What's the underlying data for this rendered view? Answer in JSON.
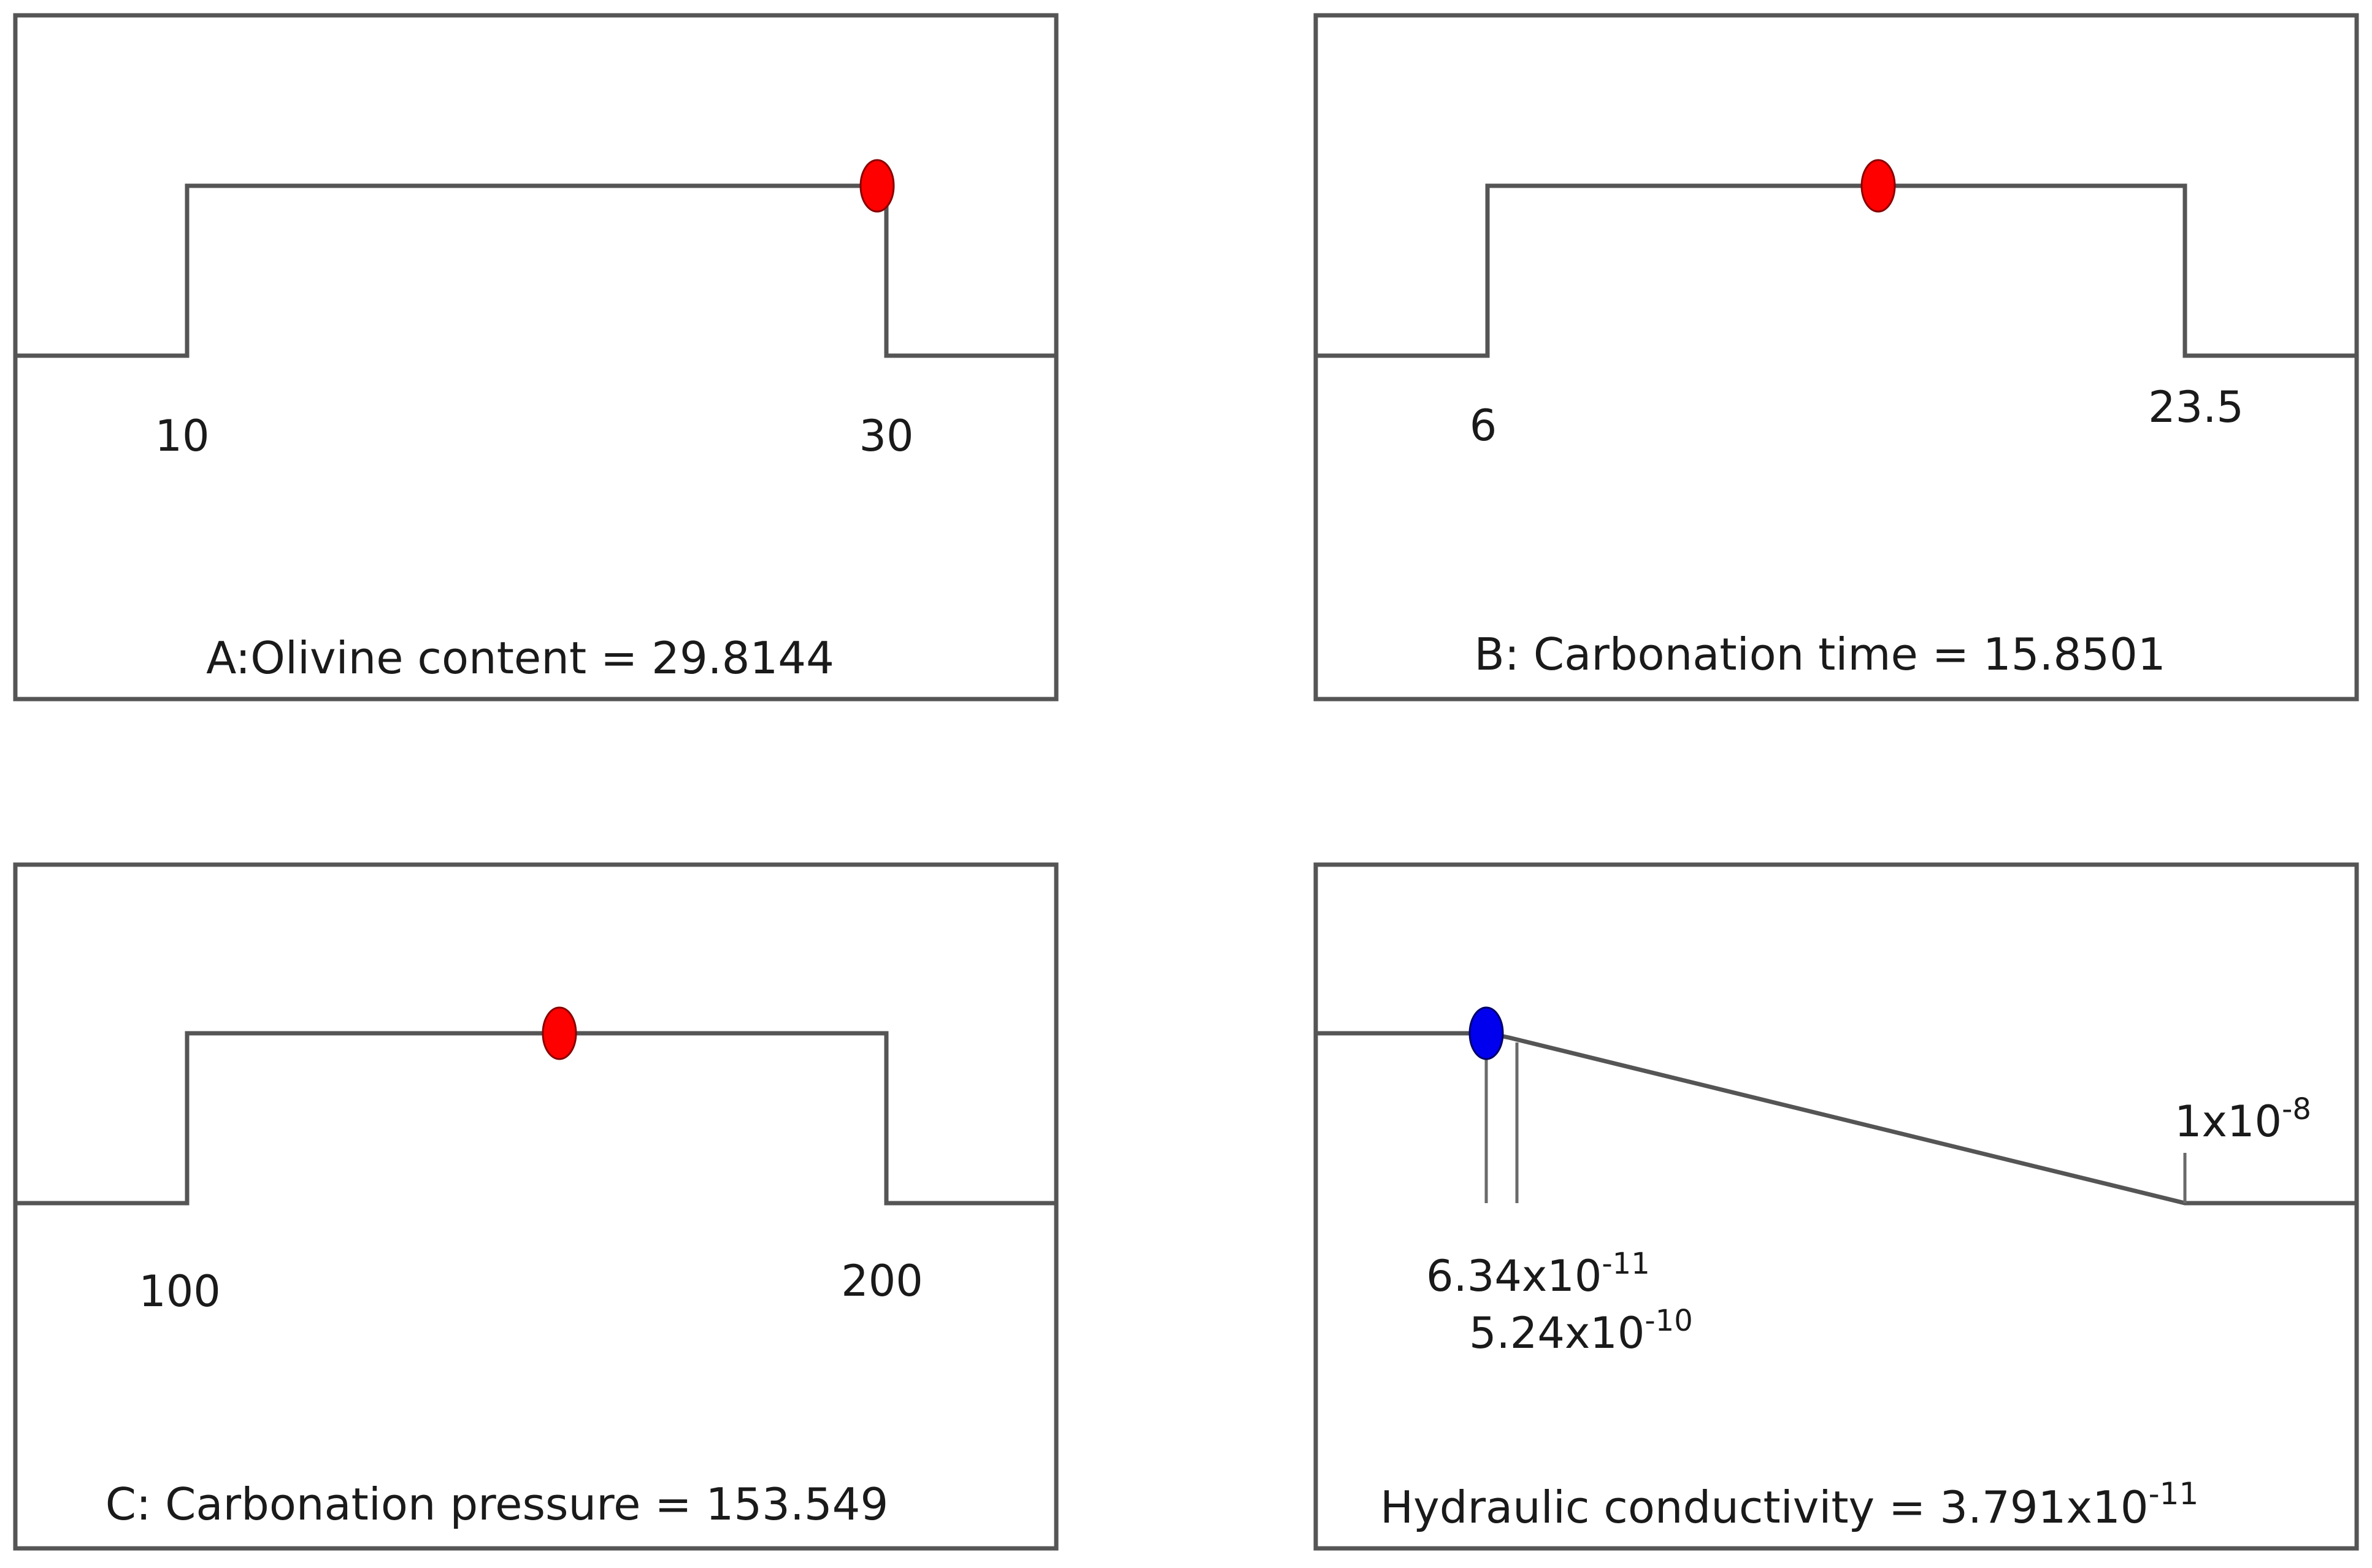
{
  "panels": [
    {
      "id": "A",
      "low_label": "10",
      "high_label": "30",
      "caption": "A:Olivine content = 29.8144",
      "marker_value": 29.8144,
      "marker_color": "#ff0000"
    },
    {
      "id": "B",
      "low_label": "6",
      "high_label": "23.5",
      "caption": "B: Carbonation time = 15.8501",
      "marker_value": 15.8501,
      "marker_color": "#ff0000"
    },
    {
      "id": "C",
      "low_label": "100",
      "high_label": "200",
      "caption": "C: Carbonation pressure = 153.549",
      "marker_value": 153.549,
      "marker_color": "#ff0000"
    },
    {
      "id": "D",
      "label_low1_mantissa": "6.34x10",
      "label_low1_exp": "-11",
      "label_low2_mantissa": "5.24x10",
      "label_low2_exp": "-10",
      "label_high_mantissa": "1x10",
      "label_high_exp": "-8",
      "caption_text": "Hydraulic conductivity = 3.791x10",
      "caption_exp": "-11",
      "marker_value": "3.791x10^-11",
      "marker_color": "#0000ee"
    }
  ],
  "colors": {
    "frame_stroke": "#555555",
    "background": "#ffffff"
  }
}
